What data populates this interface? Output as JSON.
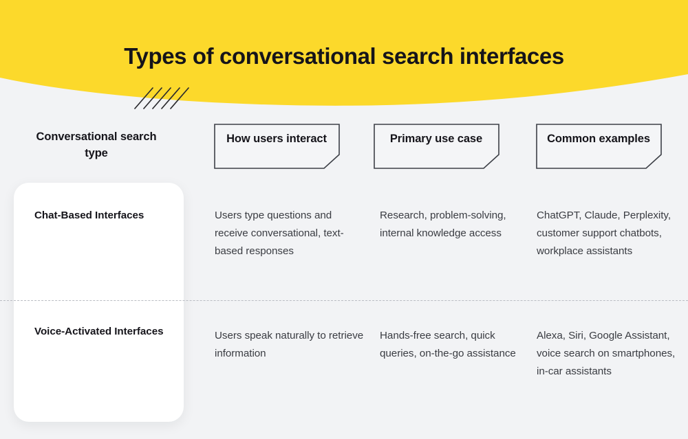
{
  "page": {
    "title": "Types of conversational search interfaces",
    "colors": {
      "banner": "#fcd92b",
      "background": "#f2f3f5",
      "card": "#ffffff",
      "text_dark": "#15141a",
      "text_body": "#3a3c42",
      "separator": "#b9bcc2",
      "box_border": "#3c3f46"
    }
  },
  "table": {
    "headers": [
      {
        "label": "Conversational search type",
        "boxed": false
      },
      {
        "label": "How users interact",
        "boxed": true
      },
      {
        "label": "Primary use case",
        "boxed": true
      },
      {
        "label": "Common examples",
        "boxed": true
      }
    ],
    "rows": [
      {
        "type": "Chat-Based Interfaces",
        "interaction": "Users type questions and receive conversational, text-based responses",
        "use_case": "Research, problem-solving, internal knowledge access",
        "examples": "ChatGPT, Claude, Perplexity, customer support chatbots, workplace assistants"
      },
      {
        "type": "Voice-Activated Interfaces",
        "interaction": "Users speak naturally to retrieve information",
        "use_case": "Hands-free search, quick queries, on-the-go assistance",
        "examples": "Alexa, Siri, Google Assistant, voice search on smartphones, in-car assistants"
      }
    ]
  },
  "decoration": {
    "slashes_icon": "diagonal-slashes",
    "slash_count": 5
  }
}
